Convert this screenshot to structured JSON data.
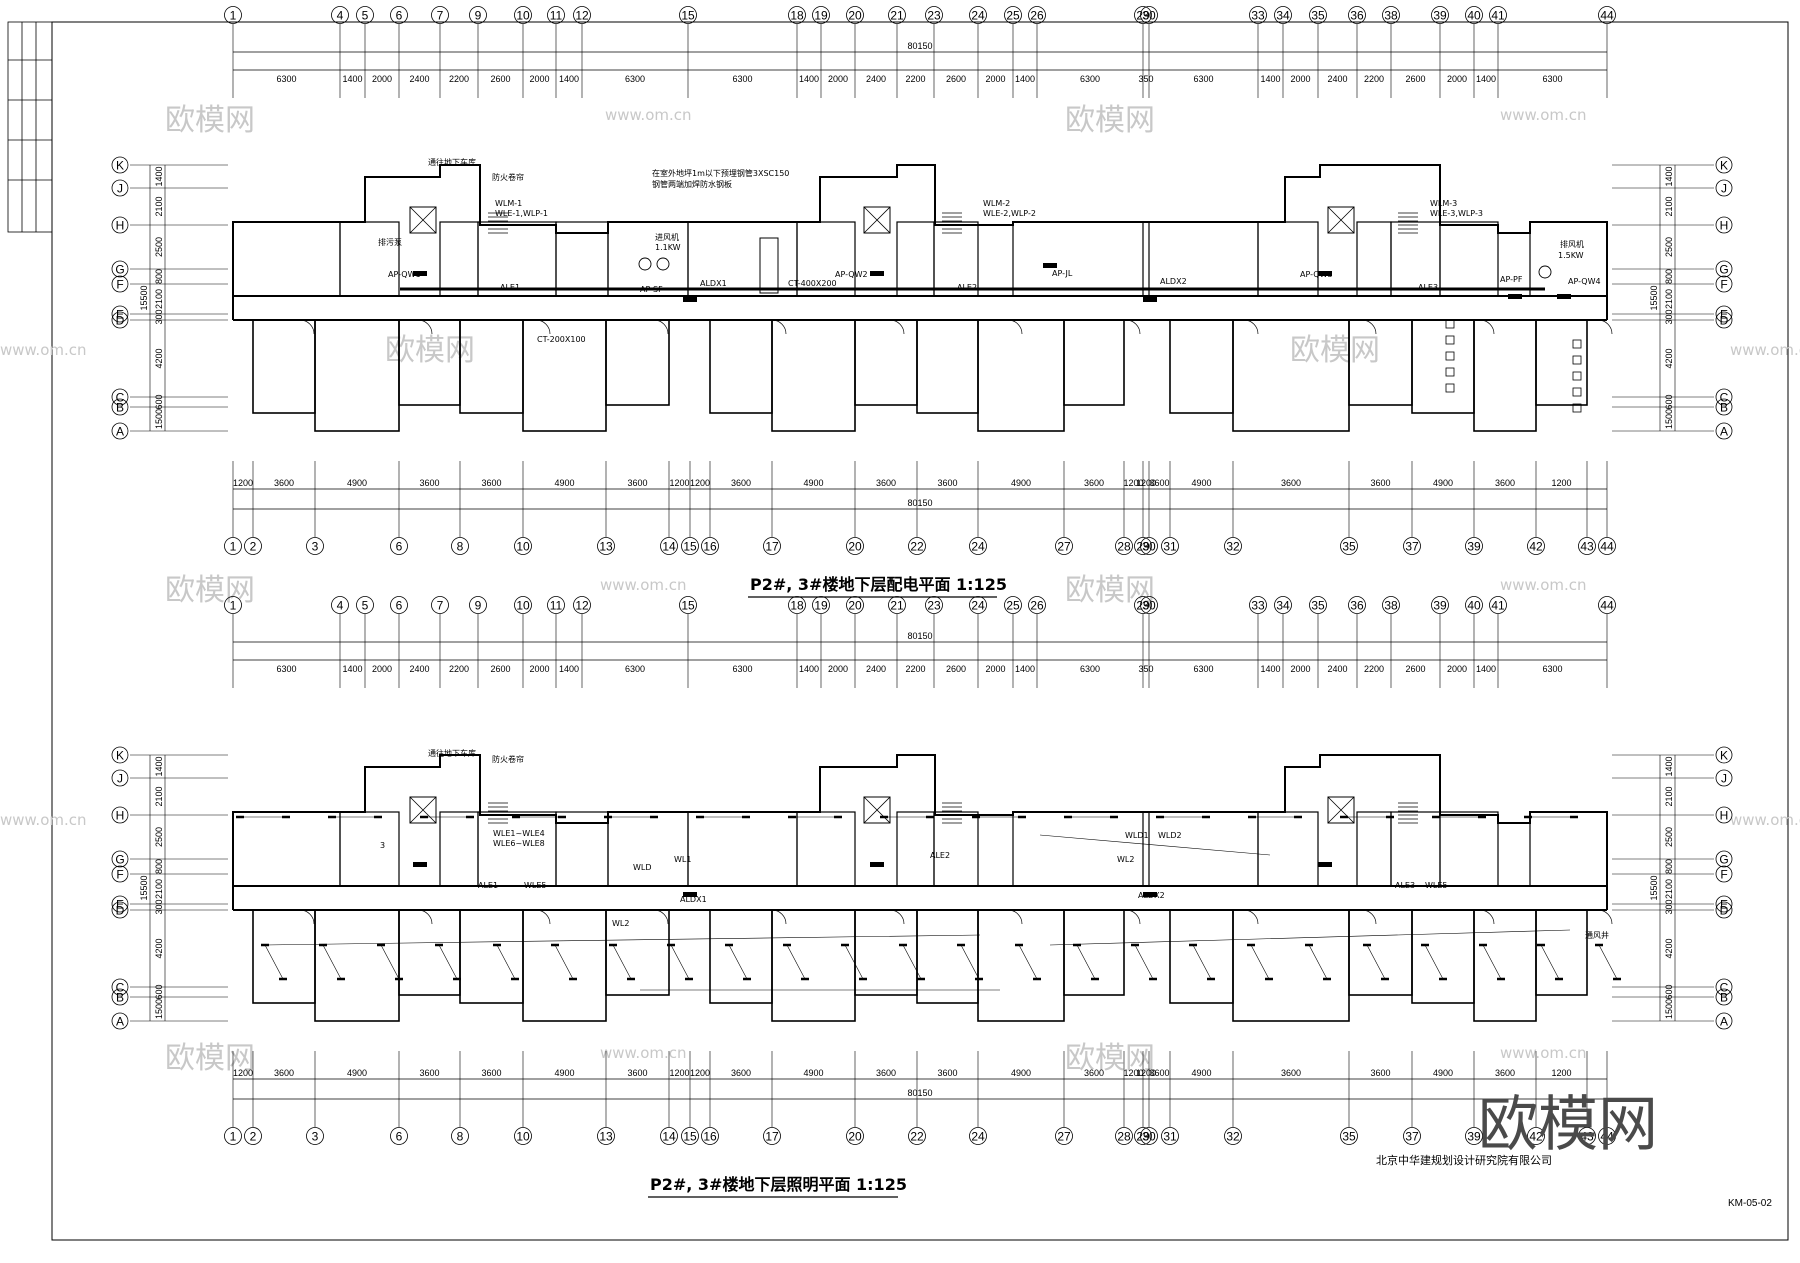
{
  "sheet": {
    "code": "KM-05-02",
    "company": "北京中华建规划设计研究院有限公司",
    "logo_text": "欧模网"
  },
  "watermark": {
    "brand": "欧模网",
    "url": "www.om.cn"
  },
  "plans": [
    {
      "id": "power",
      "title": "P2#, 3#楼地下层配电平面 1:125",
      "overall_dim": "80150",
      "labels": [
        {
          "text": "通往地下车库"
        },
        {
          "text": "防火卷帘"
        },
        {
          "text": "排污泵"
        },
        {
          "text": "AP-QW1"
        },
        {
          "text": "WLM-1"
        },
        {
          "text": "WLE-1,WLP-1"
        },
        {
          "text": "ALE1"
        },
        {
          "text": "在室外地坪1m以下预埋钢管3XSC150"
        },
        {
          "text": "钢管两端加焊防水钢板"
        },
        {
          "text": "进风机"
        },
        {
          "text": "1.1KW"
        },
        {
          "text": "AP-SF"
        },
        {
          "text": "ALDX1"
        },
        {
          "text": "CT-400X200"
        },
        {
          "text": "CT-200X100"
        },
        {
          "text": "AP-QW2"
        },
        {
          "text": "WLM-2"
        },
        {
          "text": "WLE-2,WLP-2"
        },
        {
          "text": "ALE2"
        },
        {
          "text": "AP-JL"
        },
        {
          "text": "ALDX2"
        },
        {
          "text": "AP-QW3"
        },
        {
          "text": "WLM-3"
        },
        {
          "text": "WLE-3,WLP-3"
        },
        {
          "text": "ALE3"
        },
        {
          "text": "排风机"
        },
        {
          "text": "1.5KW"
        },
        {
          "text": "AP-PF"
        },
        {
          "text": "AP-QW4"
        }
      ]
    },
    {
      "id": "lighting",
      "title": "P2#, 3#楼地下层照明平面 1:125",
      "overall_dim": "80150",
      "labels": [
        {
          "text": "通往地下车库"
        },
        {
          "text": "防火卷帘"
        },
        {
          "text": "WLE1~WLE4"
        },
        {
          "text": "WLE6~WLE8"
        },
        {
          "text": "ALE1"
        },
        {
          "text": "WLE5"
        },
        {
          "text": "WLD"
        },
        {
          "text": "WL1"
        },
        {
          "text": "WL2"
        },
        {
          "text": "ALDX1"
        },
        {
          "text": "ALE2"
        },
        {
          "text": "WLD1"
        },
        {
          "text": "WLD2"
        },
        {
          "text": "WL2"
        },
        {
          "text": "ALDX2"
        },
        {
          "text": "ALE3"
        },
        {
          "text": "WLE5"
        },
        {
          "text": "3"
        },
        {
          "text": "通风井"
        }
      ]
    }
  ],
  "top_axes": [
    "1",
    "4",
    "5",
    "6",
    "7",
    "9",
    "10",
    "11",
    "12",
    "15",
    "18",
    "19",
    "20",
    "21",
    "23",
    "24",
    "25",
    "26",
    "29",
    "30",
    "33",
    "34",
    "35",
    "36",
    "38",
    "39",
    "40",
    "41",
    "44"
  ],
  "top_dims": [
    "6300",
    "1400",
    "2000",
    "2400",
    "2200",
    "2600",
    "2000",
    "1400",
    "6300",
    "6300",
    "1400",
    "2000",
    "2400",
    "2200",
    "2600",
    "2000",
    "1400",
    "6300",
    "350",
    "6300",
    "1400",
    "2000",
    "2400",
    "2200",
    "2600",
    "2000",
    "1400",
    "6300"
  ],
  "bottom_axes": [
    "1",
    "2",
    "3",
    "6",
    "8",
    "10",
    "13",
    "14",
    "15",
    "16",
    "17",
    "20",
    "22",
    "24",
    "27",
    "28",
    "29",
    "30",
    "31",
    "32",
    "35",
    "37",
    "39",
    "42",
    "43",
    "44"
  ],
  "bottom_dims": [
    "1200",
    "3600",
    "4900",
    "3600",
    "3600",
    "4900",
    "3600",
    "1200",
    "1200",
    "3600",
    "4900",
    "3600",
    "3600",
    "4900",
    "3600",
    "1200",
    "1200",
    "3600",
    "4900",
    "3600",
    "3600",
    "4900",
    "3600",
    "1200"
  ],
  "row_axes": [
    "K",
    "J",
    "H",
    "G",
    "F",
    "E",
    "D",
    "C",
    "B",
    "A"
  ],
  "row_dims": [
    "1400",
    "2100",
    "2500",
    "800",
    "2100",
    "300",
    "4200",
    "600",
    "1500"
  ],
  "row_total": "15500"
}
